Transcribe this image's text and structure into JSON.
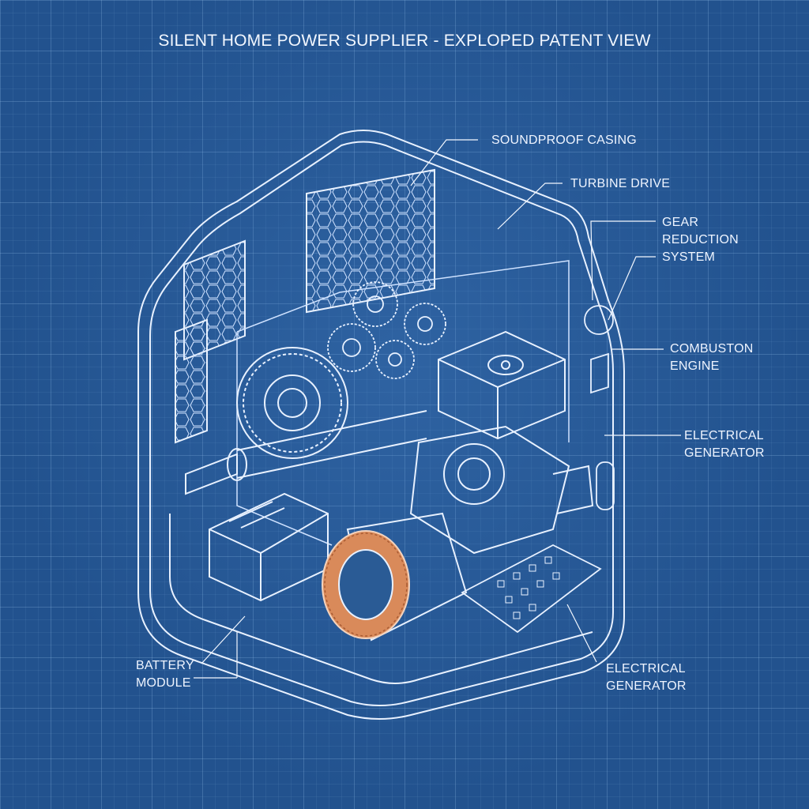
{
  "title": "SILENT HOME POWER SUPPLIER - EXPLOPED PATENT VIEW",
  "labels": {
    "soundproof_casing": "SOUNDPROOF CASING",
    "turbine_drive": "TURBINE DRIVE",
    "gear_reduction": "GEAR\nREDUCTION\nSYSTEM",
    "combustion_engine": "COMBUSTON\nENGINE",
    "electrical_generator_right": "ELECTRICAL\nGENERATOR",
    "battery_module": "BATTERY\nMODULE",
    "electrical_generator_bottom": "ELECTRICAL\nGENERATOR"
  },
  "colors": {
    "background": "#22528e",
    "line": "#e8f1ff",
    "copper": "#d98a5a"
  }
}
